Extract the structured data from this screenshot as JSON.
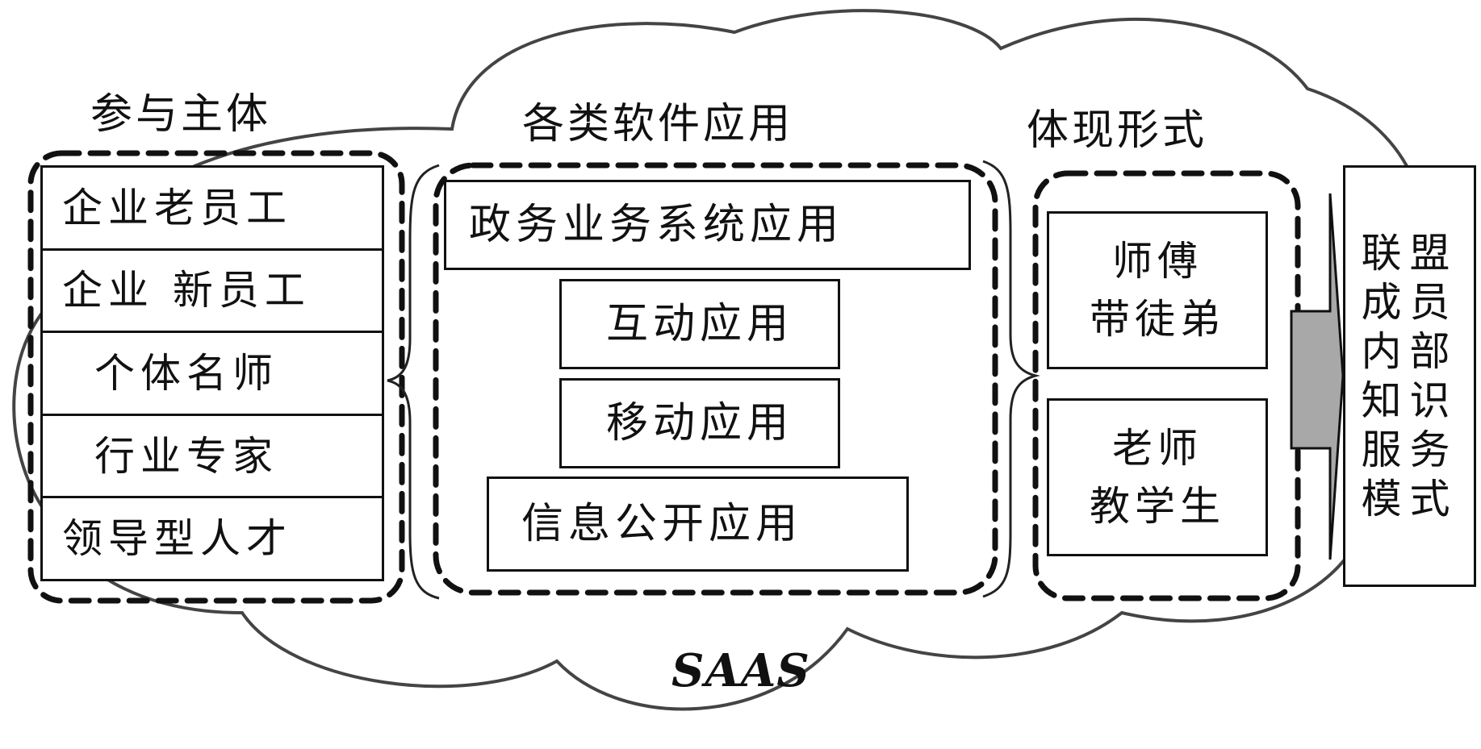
{
  "cloud_label": "SAAS",
  "participants": {
    "heading": "参与主体",
    "items": [
      "企业老员工",
      "企业 新员工",
      "个体名师",
      "行业专家",
      "领导型人才"
    ]
  },
  "applications": {
    "heading": "各类软件应用",
    "items": [
      "政务业务系统应用",
      "互动应用",
      "移动应用",
      "信息公开应用"
    ]
  },
  "forms": {
    "heading": "体现形式",
    "items": [
      {
        "line1": "师傅",
        "line2": "带徒弟"
      },
      {
        "line1": "老师",
        "line2": "教学生"
      }
    ]
  },
  "result": "联盟成员内部知识服务模式"
}
